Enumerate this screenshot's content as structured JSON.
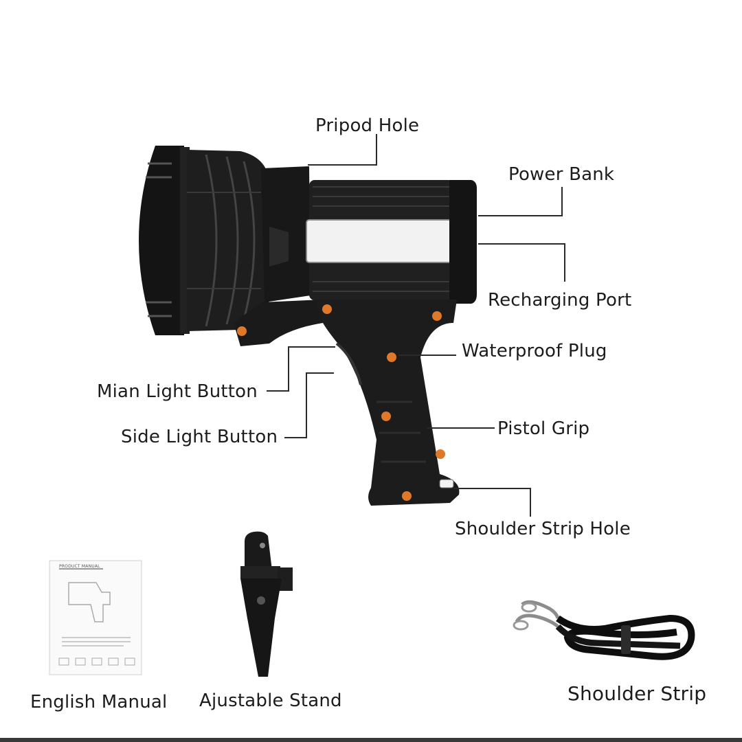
{
  "callouts": {
    "pripod_hole": "Pripod Hole",
    "power_bank": "Power Bank",
    "recharging_port": "Recharging Port",
    "waterproof_plug": "Waterproof Plug",
    "main_light_button": "Mian Light Button",
    "side_light_button": "Side Light Button",
    "pistol_grip": "Pistol Grip",
    "shoulder_strip_hole": "Shoulder Strip Hole"
  },
  "accessories": {
    "manual": "English Manual",
    "stand": "Ajustable Stand",
    "strap": "Shoulder Strip"
  },
  "manual_cover": {
    "heading": "PRODUCT MANUAL"
  },
  "colors": {
    "body": "#1b1b1b",
    "orange_accent": "#e0782a",
    "side_panel": "#f2f2f2"
  }
}
